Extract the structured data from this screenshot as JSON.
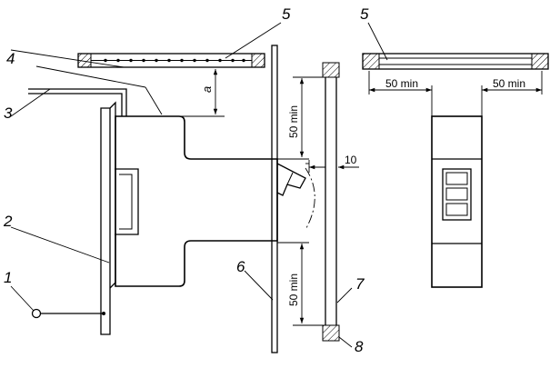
{
  "labels": {
    "l1": "1",
    "l2": "2",
    "l3": "3",
    "l4": "4",
    "l5_left": "5",
    "l5_right": "5",
    "l6": "6",
    "l7": "7",
    "l8": "8"
  },
  "dimensions": {
    "a": "a",
    "upper_gap": "50 min",
    "lower_gap": "50 min",
    "offset": "10",
    "left_clearance": "50 min",
    "right_clearance": "50 min"
  }
}
